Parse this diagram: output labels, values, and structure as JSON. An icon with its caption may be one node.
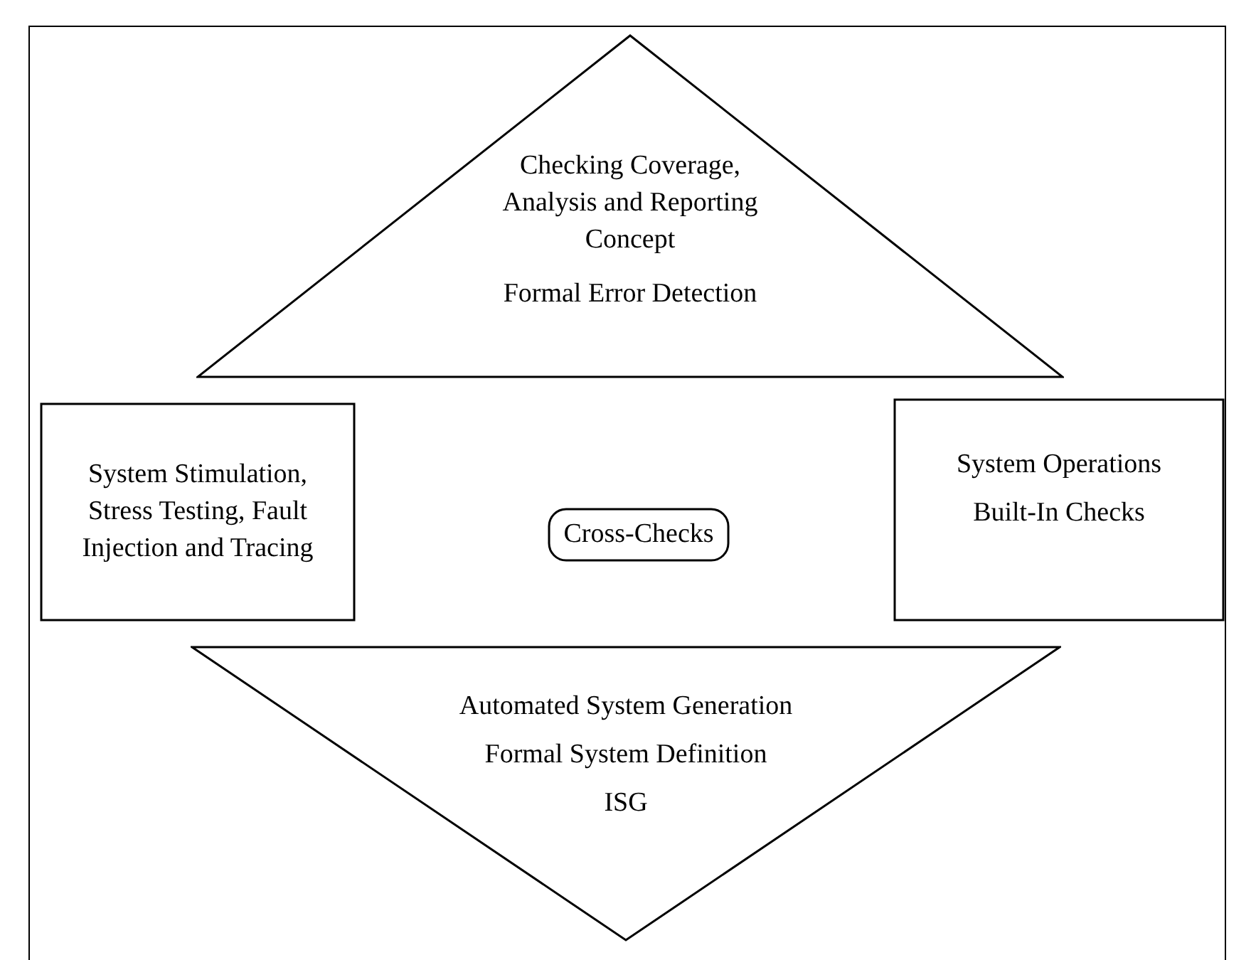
{
  "diagram": {
    "nodes": [
      {
        "text": [
          "Checking Coverage, Analysis and Reporting Concept",
          "Formal Error Detection"
        ]
      },
      {
        "text": [
          "System Stimulation, Stress Testing, Fault Injection and Tracing"
        ]
      },
      {
        "text": [
          "Cross-Checks"
        ]
      },
      {
        "text": [
          "System Operations",
          "Built-In Checks"
        ]
      },
      {
        "text": [
          "Automated System Generation",
          "Formal System Definition",
          "ISG"
        ]
      }
    ],
    "edges": []
  }
}
